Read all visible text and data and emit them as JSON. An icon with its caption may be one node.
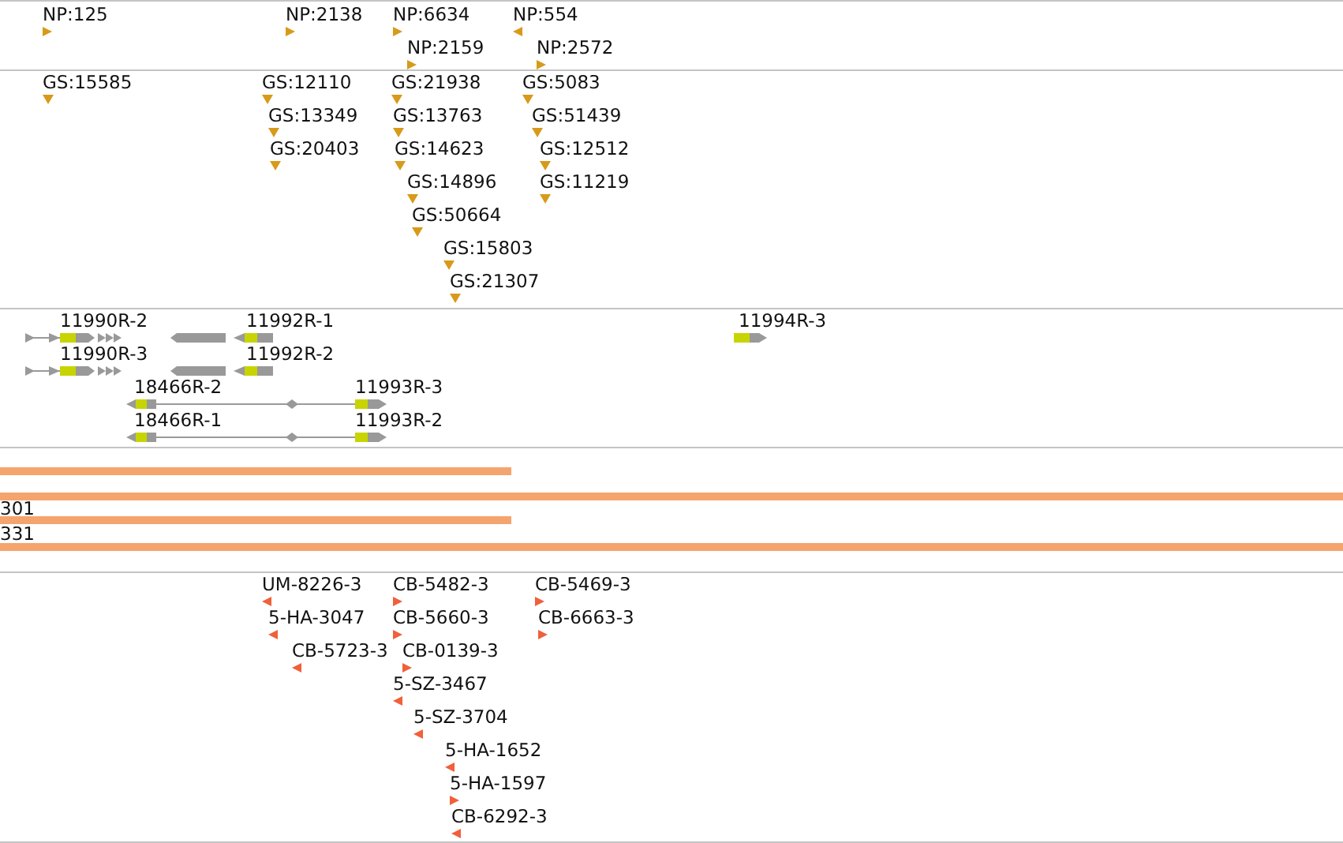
{
  "diagram": {
    "labels": [
      "NP:125",
      "NP:2138",
      "NP:6634",
      "NP:554",
      "NP:2159",
      "NP:2572",
      "GS:15585",
      "GS:12110",
      "GS:21938",
      "GS:5083",
      "GS:13349",
      "GS:13763",
      "GS:51439",
      "GS:20403",
      "GS:14623",
      "GS:12512",
      "GS:14896",
      "GS:11219",
      "GS:50664",
      "GS:15803",
      "GS:21307",
      "11990R-2",
      "11992R-1",
      "11994R-3",
      "11990R-3",
      "11992R-2",
      "18466R-2",
      "11993R-3",
      "18466R-1",
      "11993R-2",
      "301",
      "331",
      "UM-8226-3",
      "CB-5482-3",
      "CB-5469-3",
      "5-HA-3047",
      "CB-5660-3",
      "CB-6663-3",
      "CB-5723-3",
      "CB-0139-3",
      "5-SZ-3467",
      "5-SZ-3704",
      "5-HA-1652",
      "5-HA-1597",
      "CB-6292-3"
    ]
  }
}
